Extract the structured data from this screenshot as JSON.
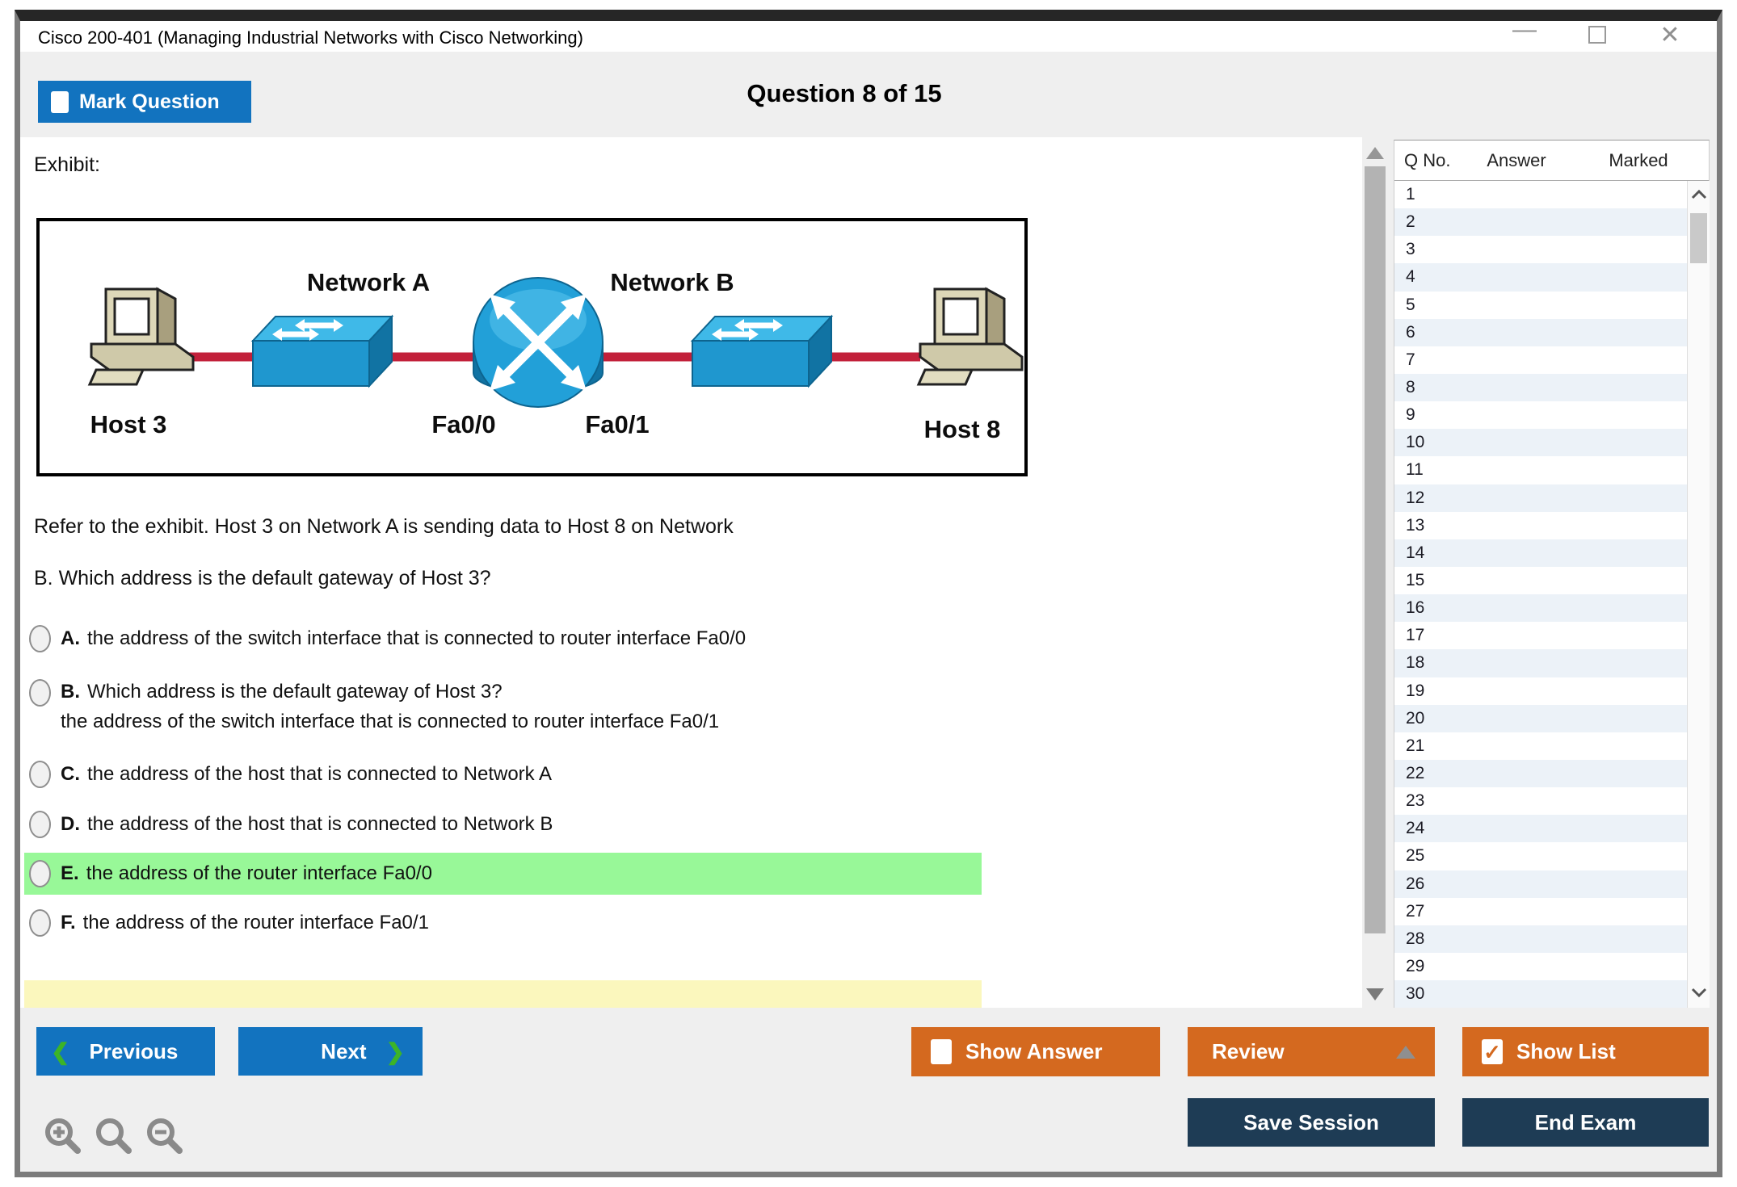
{
  "window": {
    "title": "Cisco 200-401 (Managing Industrial Networks with Cisco Networking)"
  },
  "header": {
    "mark_question": "Mark Question",
    "question_counter": "Question 8 of 15"
  },
  "exhibit": {
    "label": "Exhibit:",
    "network_a": "Network A",
    "network_b": "Network B",
    "host_left": "Host 3",
    "host_right": "Host 8",
    "router_if_left": "Fa0/0",
    "router_if_right": "Fa0/1"
  },
  "question": {
    "line1": "Refer to the exhibit. Host 3 on Network A is sending data to Host 8 on Network",
    "line2": "B. Which address is the default gateway of Host 3?"
  },
  "options": [
    {
      "letter": "A.",
      "text": "the address of the switch interface that is connected to router interface Fa0/0",
      "highlighted": false
    },
    {
      "letter": "B.",
      "text": "Which address is the default gateway of Host 3?",
      "text2": "the address of the switch interface that is connected to router interface Fa0/1",
      "highlighted": false
    },
    {
      "letter": "C.",
      "text": "the address of the host that is connected to Network A",
      "highlighted": false
    },
    {
      "letter": "D.",
      "text": "the address of the host that is connected to Network B",
      "highlighted": false
    },
    {
      "letter": "E.",
      "text": "the address of the router interface Fa0/0",
      "highlighted": true
    },
    {
      "letter": "F.",
      "text": "the address of the router interface Fa0/1",
      "highlighted": false
    }
  ],
  "sidebar": {
    "columns": [
      "Q No.",
      "Answer",
      "Marked"
    ],
    "question_numbers": [
      1,
      2,
      3,
      4,
      5,
      6,
      7,
      8,
      9,
      10,
      11,
      12,
      13,
      14,
      15,
      16,
      17,
      18,
      19,
      20,
      21,
      22,
      23,
      24,
      25,
      26,
      27,
      28,
      29,
      30
    ]
  },
  "footer": {
    "previous": "Previous",
    "next": "Next",
    "show_answer": "Show Answer",
    "review": "Review",
    "show_list": "Show List",
    "save_session": "Save Session",
    "end_exam": "End Exam"
  },
  "colors": {
    "accent_blue": "#1273bf",
    "accent_orange": "#d4691f",
    "navy": "#1e3c55",
    "highlight_green": "#98f898",
    "highlight_yellow": "#fbf7bd",
    "chevron_green": "#3cb428",
    "cable_red": "#c2203a",
    "device_blue": "#1f97cf"
  }
}
